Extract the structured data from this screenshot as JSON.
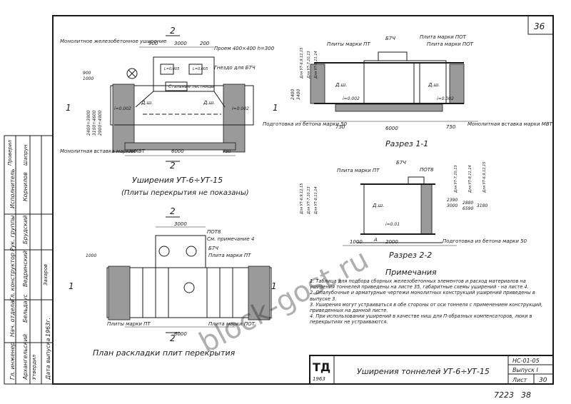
{
  "sheet": {
    "page_number": "36",
    "bottom_numbers": [
      "7223",
      "38"
    ],
    "watermark": "block-gost.ru"
  },
  "top_left_plan": {
    "section_mark": "2",
    "label_monolith_thickening": "Монолитное железобетонное уширение",
    "label_opening": "Проем 400×400 h=300",
    "label_nest": "Гнездо для Б7Ч",
    "label_steel_stairs": "Стальные лестницы",
    "label_monolith_insert": "Монолитная вставка марки МВТ",
    "dims": [
      "900",
      "3000",
      "200",
      "900",
      "1000",
      "6000",
      "750",
      "750",
      "2400÷3900",
      "3100÷4600",
      "2900÷4900"
    ],
    "marks": [
      "Д.ш.",
      "Д.ш.",
      "i=0.002",
      "i=0.002",
      "L=0.005",
      "L=0.005"
    ],
    "section_left": "1",
    "section_right": "1"
  },
  "top_left_caption": {
    "title": "Уширения УТ-6÷УТ-15",
    "subtitle": "(Плиты перекрытия не показаны)"
  },
  "bottom_left_plan": {
    "section_mark": "2",
    "label_pot8": "ПОТ8",
    "label_note_ref": "См. примечание 4",
    "label_b74": "Б7Ч",
    "label_slab_pt_top": "Плита марки ПТ",
    "label_slabs_pt": "Плиты марки ПТ",
    "label_slab_pot": "Плита марки ПОТ",
    "dims": [
      "3000",
      "6000",
      "1000"
    ],
    "section_left": "1",
    "section_right": "1",
    "caption": "План раскладки плит перекрытия"
  },
  "section_1_1": {
    "title": "Разрез 1-1",
    "label_b74": "Б7Ч",
    "label_slab_pot": "Плита марки ПОТ",
    "label_slabs_pt": "Плиты марки ПТ",
    "label_slab_pot2": "Плита марки ПОТ",
    "label_prep": "Подготовка из бетона марки 50",
    "label_insert": "Монолитная вставка марки МВТ",
    "dims": [
      "750",
      "6000",
      "750",
      "2400",
      "3400"
    ],
    "vertical_texts": [
      "Для УТ-6,9,12,15",
      "Для УТ-7,10,13",
      "Для УТ-8,11,14"
    ],
    "marks": [
      "Д.ш.",
      "Д.ш.",
      "i=0.002",
      "i=0.002"
    ]
  },
  "section_2_2": {
    "title": "Разрез 2-2",
    "label_slab_pt": "Плита марки ПТ",
    "label_b74": "Б7Ч",
    "label_pot8": "ПОТ8",
    "label_prep": "Подготовка из бетона марки 50",
    "dims": [
      "2390",
      "3000",
      "2880",
      "6590",
      "3180",
      "2000",
      "1000"
    ],
    "marks": [
      "Д.ш.",
      "i=0.01",
      "A"
    ],
    "vertical_texts": [
      "Для УТ-6,9,12,15",
      "Для УТ-7,10,13",
      "Для УТ-8,11,14",
      "Для УТ-7,10,13",
      "Для УТ-8,11,14",
      "Для УТ-6,9,12,15"
    ]
  },
  "notes": {
    "heading": "Примечания",
    "items": [
      "1. Таблица для подбора сборных железобетонных элементов и расход материалов на уширения тоннелей приведены на листе 35, габаритные схемы уширений - на листе 4.",
      "2. Опалубочные и арматурные чертежи монолитных конструкций уширений приведены в выпуске 3.",
      "3. Уширения могут устраиваться в обе стороны от оси тоннеля с применением конструкций, приведенных на данной листе.",
      "4. При использовании уширений в качестве ниш для П-образных компенсаторов, люки в перекрытиях не устраиваются."
    ]
  },
  "title_block": {
    "logo": "ТД",
    "year": "1963",
    "title": "Уширения тоннелей УТ-6÷УТ-15",
    "code": "НС-01-05",
    "issue": "Выпуск I",
    "sheet_label": "Лист",
    "sheet_number": "30"
  },
  "sidebar": {
    "roles": [
      "Гл. инженер",
      "Нач. отдела",
      "Гл. конструктор",
      "Рук. группы",
      "Исполнитель",
      "Проверил",
      "Утвердил"
    ],
    "names": [
      "Архангельский",
      "Бельдаус",
      "Ведринский",
      "Брудский",
      "Корнилов",
      "Шапрун",
      "Захаров"
    ],
    "labels": [
      "Дата выпуска",
      "1963г."
    ]
  }
}
